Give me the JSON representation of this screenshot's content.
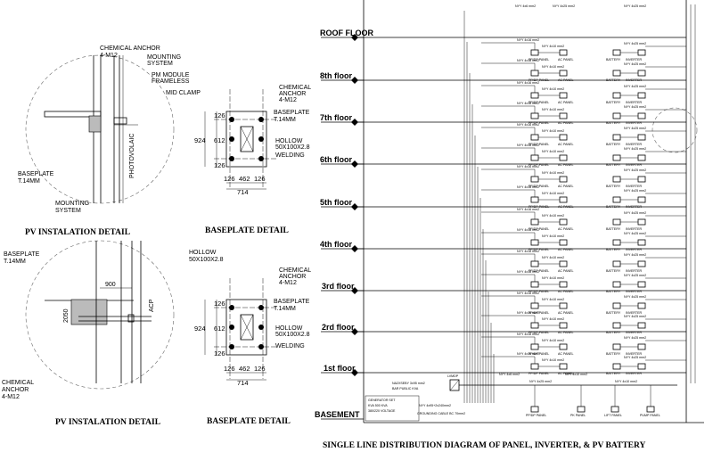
{
  "captions": {
    "pv_detail": "PV INSTALATION DETAIL",
    "baseplate_detail": "BASEPLATE DETAIL",
    "sld": "SINGLE  LINE  DISTRIBUTION DIAGRAM OF  PANEL,  INVERTER,  &  PV BATTERY"
  },
  "pv_detail_top": {
    "chemical_anchor": "CHEMICAL ANCHOR",
    "chemical_anchor_size": "4-M12",
    "mounting_system": "MOUNTING",
    "mounting_system_2": "SYSTEM",
    "pm_module": "PM MODULE",
    "frameless": "FRAMELESS",
    "mid_clamp": "MID CLAMP",
    "baseplate": "BASEPLATE",
    "baseplate_t": "T.14MM",
    "mounting_system_b": "MOUNTING",
    "system_b": "SYSTEM",
    "photovolaic": "PHOTOVOLAIC"
  },
  "baseplate_top": {
    "chemical": "CHEMICAL",
    "anchor": "ANCHOR",
    "anchor_size": "4-M12",
    "baseplate": "BASEPLATE",
    "baseplate_t": "T.14MM",
    "hollow": "HOLLOW",
    "hollow_size": "50X100X2.8",
    "welding": "WELDING",
    "dims": [
      "126",
      "612",
      "126",
      "126",
      "462",
      "126"
    ],
    "total_h": "924",
    "total_w": "714"
  },
  "pv_detail_bottom": {
    "baseplate": "BASEPLATE",
    "baseplate_t": "T.14MM",
    "hollow": "HOLLOW",
    "hollow_size": "50X100X2.8",
    "dim_900": "900",
    "dim_2050": "2050",
    "acp": "ACP",
    "chemical": "CHEMICAL",
    "anchor": "ANCHOR",
    "anchor_size": "4-M12"
  },
  "baseplate_bottom": {
    "chemical": "CHEMICAL",
    "anchor": "ANCHOR",
    "anchor_size": "4-M12",
    "baseplate": "BASEPLATE",
    "baseplate_t": "T.14MM",
    "hollow": "HOLLOW",
    "hollow_size": "50X100X2.8",
    "welding": "WELDING",
    "dims": [
      "126",
      "612",
      "126",
      "126",
      "462",
      "126"
    ],
    "total_h": "924",
    "total_w": "714"
  },
  "sld": {
    "floors": [
      "ROOF FLOOR",
      "8th floor",
      "7th floor",
      "6th floor",
      "5th floor",
      "4th floor",
      "3rd floor",
      "2rd floor",
      "1st floor",
      "BASEMENT"
    ],
    "row_texts": {
      "cable_left": "NYY 4x16 mm2",
      "cable_mid": "NYY 4x10 mm2",
      "cable_right": "NYY 4x25 mm2",
      "panel": "PP/DP PANEL",
      "ac_panel": "AC PANEL",
      "battery": "BATTERY",
      "inverter": "INVERTER"
    },
    "roof_top": [
      "NYY 4x6 mm2",
      "NYY 4x25 mm2",
      "NYY 4x25 mm2"
    ],
    "genset": [
      "GENERATOR SET",
      "KVA 500 KVA",
      "380/220 VOLTAGE"
    ],
    "incoming": [
      "NA2XSEBY 3x95 mm2",
      "BAR PUBLIC KVA"
    ],
    "cable": "NYY 4x95+2x240mm2",
    "grounding": "GROUNDING CABLE BC 70mm2",
    "lvmdp": "LVMDP",
    "feeders": [
      "NYY 4x6 mm2",
      "NYY 4x25 mm2",
      "NYY 4x10 mm2",
      "NYY 4x10 mm2"
    ],
    "panels": [
      "PP/DP PANEL",
      "PK PANEL",
      "LIFT PANEL",
      "PUMP PANEL"
    ]
  }
}
